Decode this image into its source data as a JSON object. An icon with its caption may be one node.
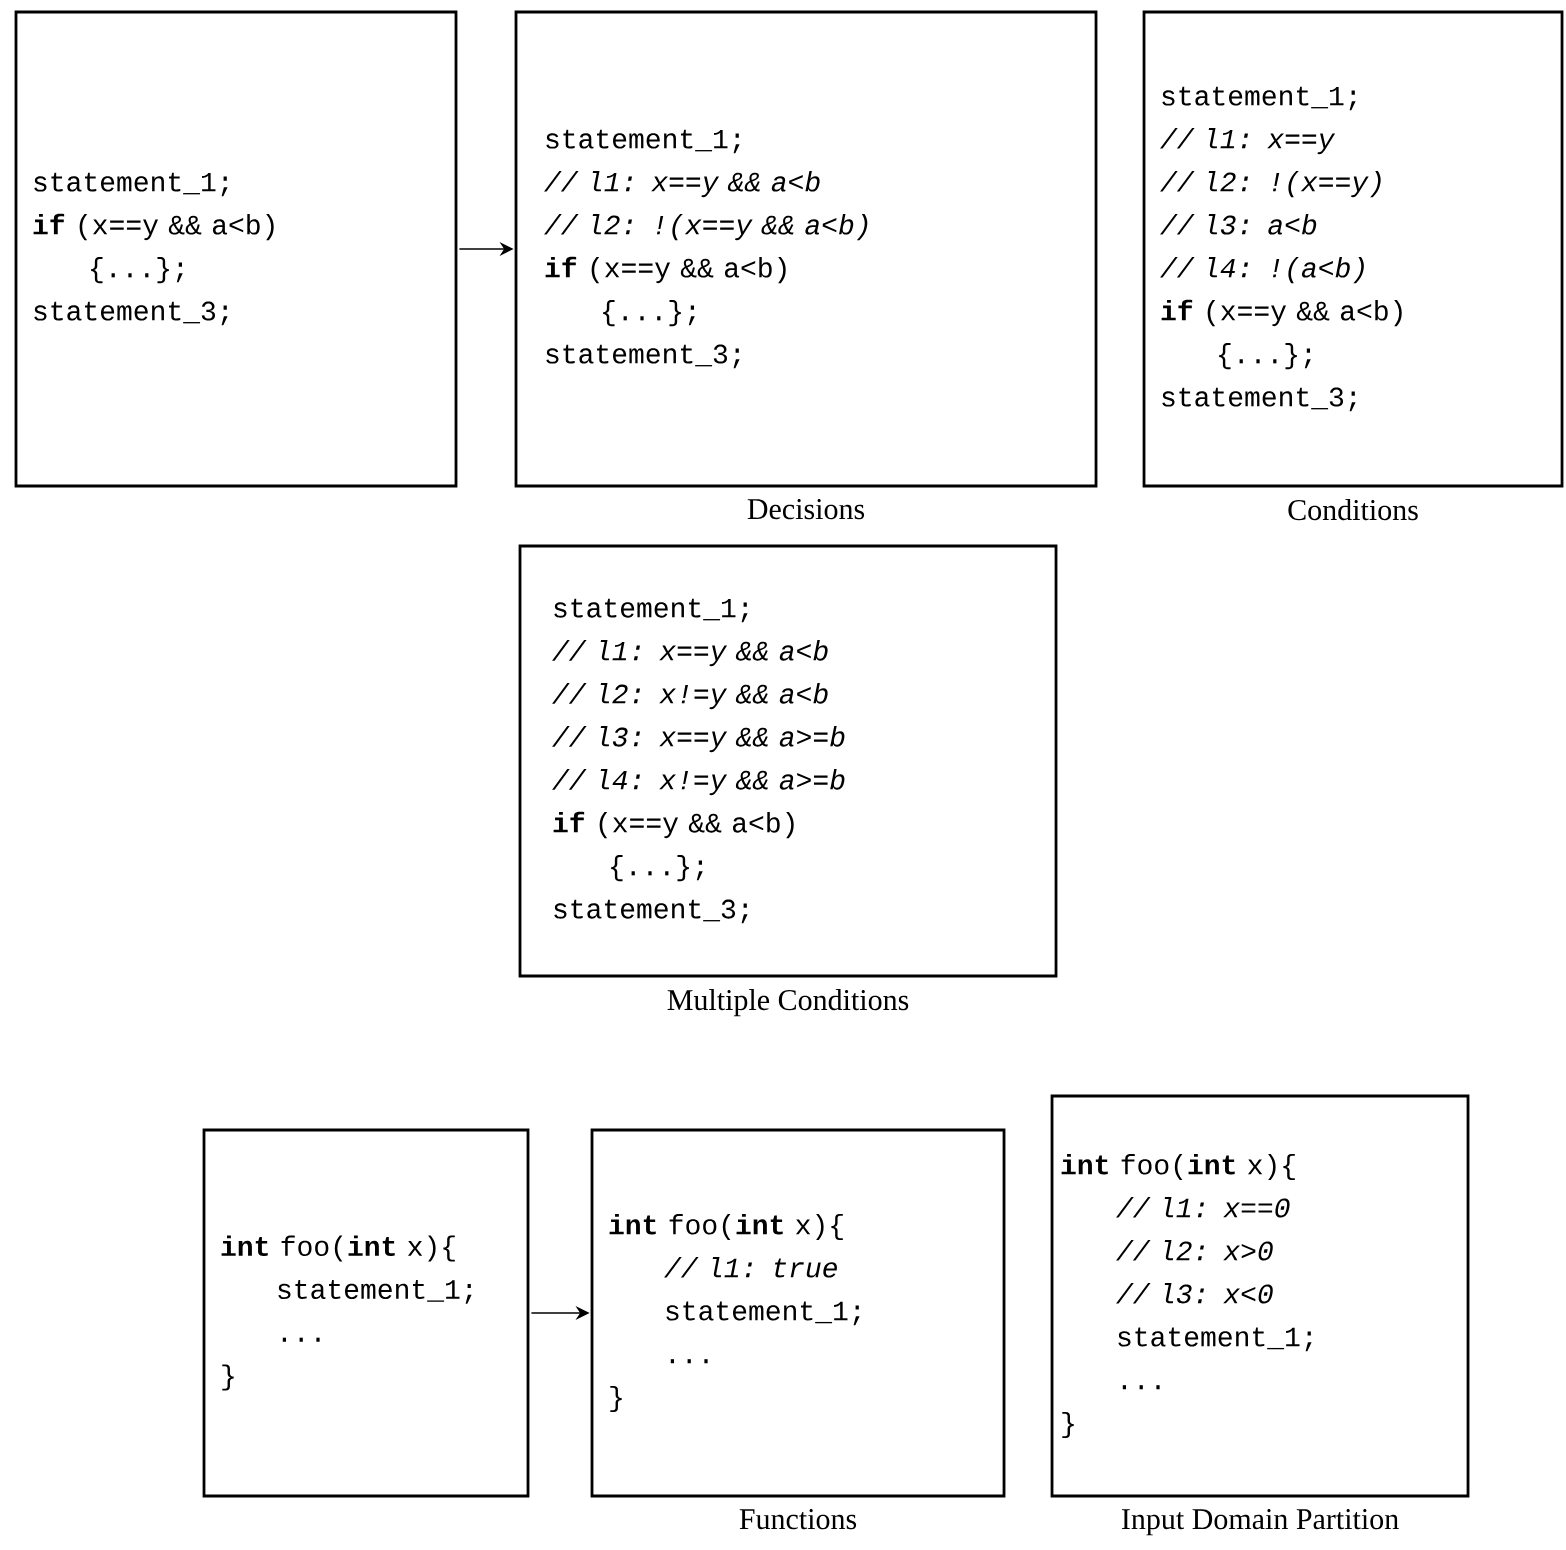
{
  "diagram": {
    "nodes": [
      {
        "text": [
          "statement_1;",
          "**if** (x==y && a<b)",
          "{...};",
          "statement_3;"
        ]
      },
      {
        "text": [
          "statement_1;",
          "// l1: x==y && a<b",
          "// l2: !(x==y && a<b)",
          "**if** (x==y && a<b)",
          "{...};",
          "statement_3;"
        ],
        "beside": [
          "Decisions"
        ]
      },
      {
        "text": [
          "statement_1;",
          "// l1: x==y",
          "// l2: !(x==y)",
          "// l3: a<b",
          "// l4: !(a<b)",
          "**if** (x==y && a<b)",
          "{...};",
          "statement_3;"
        ],
        "beside": [
          "Conditions"
        ]
      },
      {
        "text": [
          "statement_1;",
          "// l1: x==y && a<b",
          "// l2: x!=y && a<b",
          "// l3: x==y && a>=b",
          "// l4: x!=y && a>=b",
          "**if** (x==y && a<b)",
          "{...};",
          "statement_3;"
        ],
        "beside": [
          "Multiple Conditions"
        ]
      },
      {
        "text": [
          "**int** foo(**int** x){",
          "statement_1;",
          "...",
          "}"
        ]
      },
      {
        "text": [
          "**int** foo(**int** x){",
          "// l1: true",
          "statement_1;",
          "...",
          "}"
        ],
        "beside": [
          "Functions"
        ]
      },
      {
        "text": [
          "**int** foo(**int** x){",
          "// l1: x==0",
          "// l2: x>0",
          "// l3: x<0",
          "statement_1;",
          "...",
          "}"
        ],
        "beside": [
          "Input Domain Partition"
        ]
      }
    ],
    "edges": [
      {
        "from": 0,
        "to": 1,
        "arrow": "to"
      },
      {
        "from": 4,
        "to": 5,
        "arrow": "to"
      }
    ]
  }
}
